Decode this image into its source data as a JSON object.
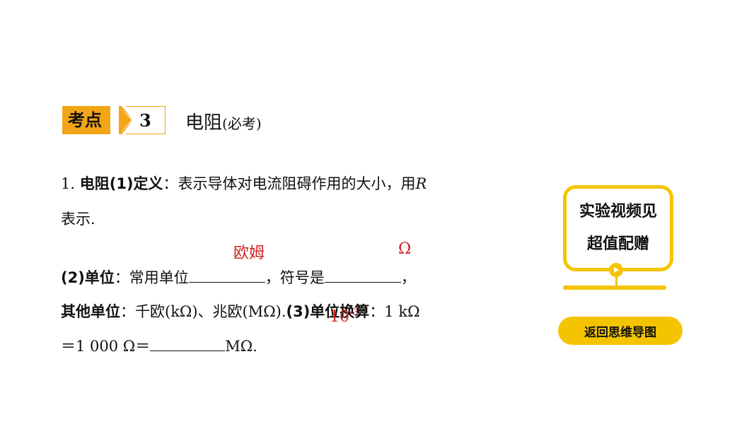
{
  "heading": {
    "badge_label": "考点",
    "badge_number": "3",
    "title": "电阻",
    "note": "(必考)"
  },
  "content": {
    "l1_prefix": "1. ",
    "l1_bold": "电阻(1)定义",
    "l1_text": "：表示导体对电流阻碍作用的大小，用",
    "l1_var": "R",
    "l2_text": "表示.",
    "l3_bold_1": "(2)单位",
    "l3_text_1": "：常用单位",
    "l3_text_2": "，符号是",
    "l3_text_3": "，",
    "l4_bold_1": "其他单位",
    "l4_text_1": "：千欧(kΩ)、兆欧(MΩ).",
    "l4_bold_2": "(3)单位换算",
    "l4_text_2": "：1 kΩ",
    "l5_text_1": "＝1 000 Ω＝",
    "l5_text_2": "MΩ."
  },
  "answers": {
    "unit_name": "欧姆",
    "unit_symbol": "Ω",
    "conversion_base": "10",
    "conversion_exp": "-3"
  },
  "side": {
    "video_line1": "实验视频见",
    "video_line2": "超值配赠",
    "back_button": "返回思维导图"
  },
  "colors": {
    "accent": "#f2a516",
    "card": "#f5c400",
    "answer": "#d42020"
  }
}
